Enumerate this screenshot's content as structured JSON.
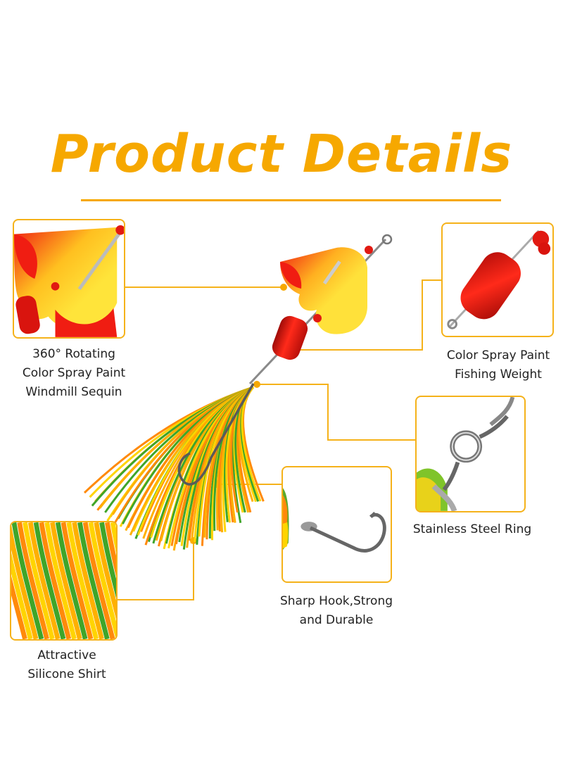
{
  "title": "Product Details",
  "colors": {
    "accent": "#f6a800",
    "frame": "#f5b21a",
    "blade_red": "#f01d12",
    "blade_yellow": "#ffe13a",
    "skirt_orange": "#ff8a0a",
    "skirt_yellow": "#ffd400",
    "skirt_green": "#3fa52a"
  },
  "callouts": {
    "windmill": {
      "line1": "360°  Rotating",
      "line2": "Color Spray Paint",
      "line3": "Windmill Sequin"
    },
    "weight": {
      "line1": "Color Spray Paint",
      "line2": "Fishing Weight"
    },
    "ring": {
      "line1": "Stainless Steel Ring"
    },
    "hook": {
      "line1": "Sharp Hook,Strong",
      "line2": "and Durable"
    },
    "skirt": {
      "line1": "Attractive",
      "line2": "Silicone Shirt"
    }
  }
}
